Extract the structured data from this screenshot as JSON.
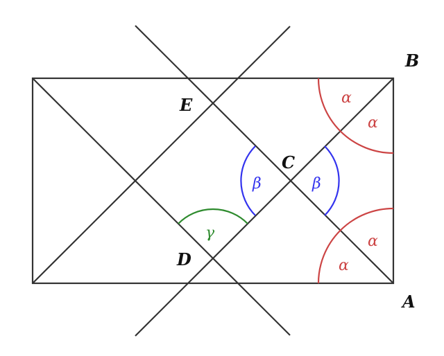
{
  "points": {
    "A": "A",
    "B": "B",
    "C": "C",
    "D": "D",
    "E": "E"
  },
  "angles": {
    "alpha": "α",
    "beta": "β",
    "gamma": "γ"
  },
  "colors": {
    "alpha": "#cc4444",
    "beta": "#3333ee",
    "gamma": "#2e8b2e",
    "lines": "#333333"
  }
}
